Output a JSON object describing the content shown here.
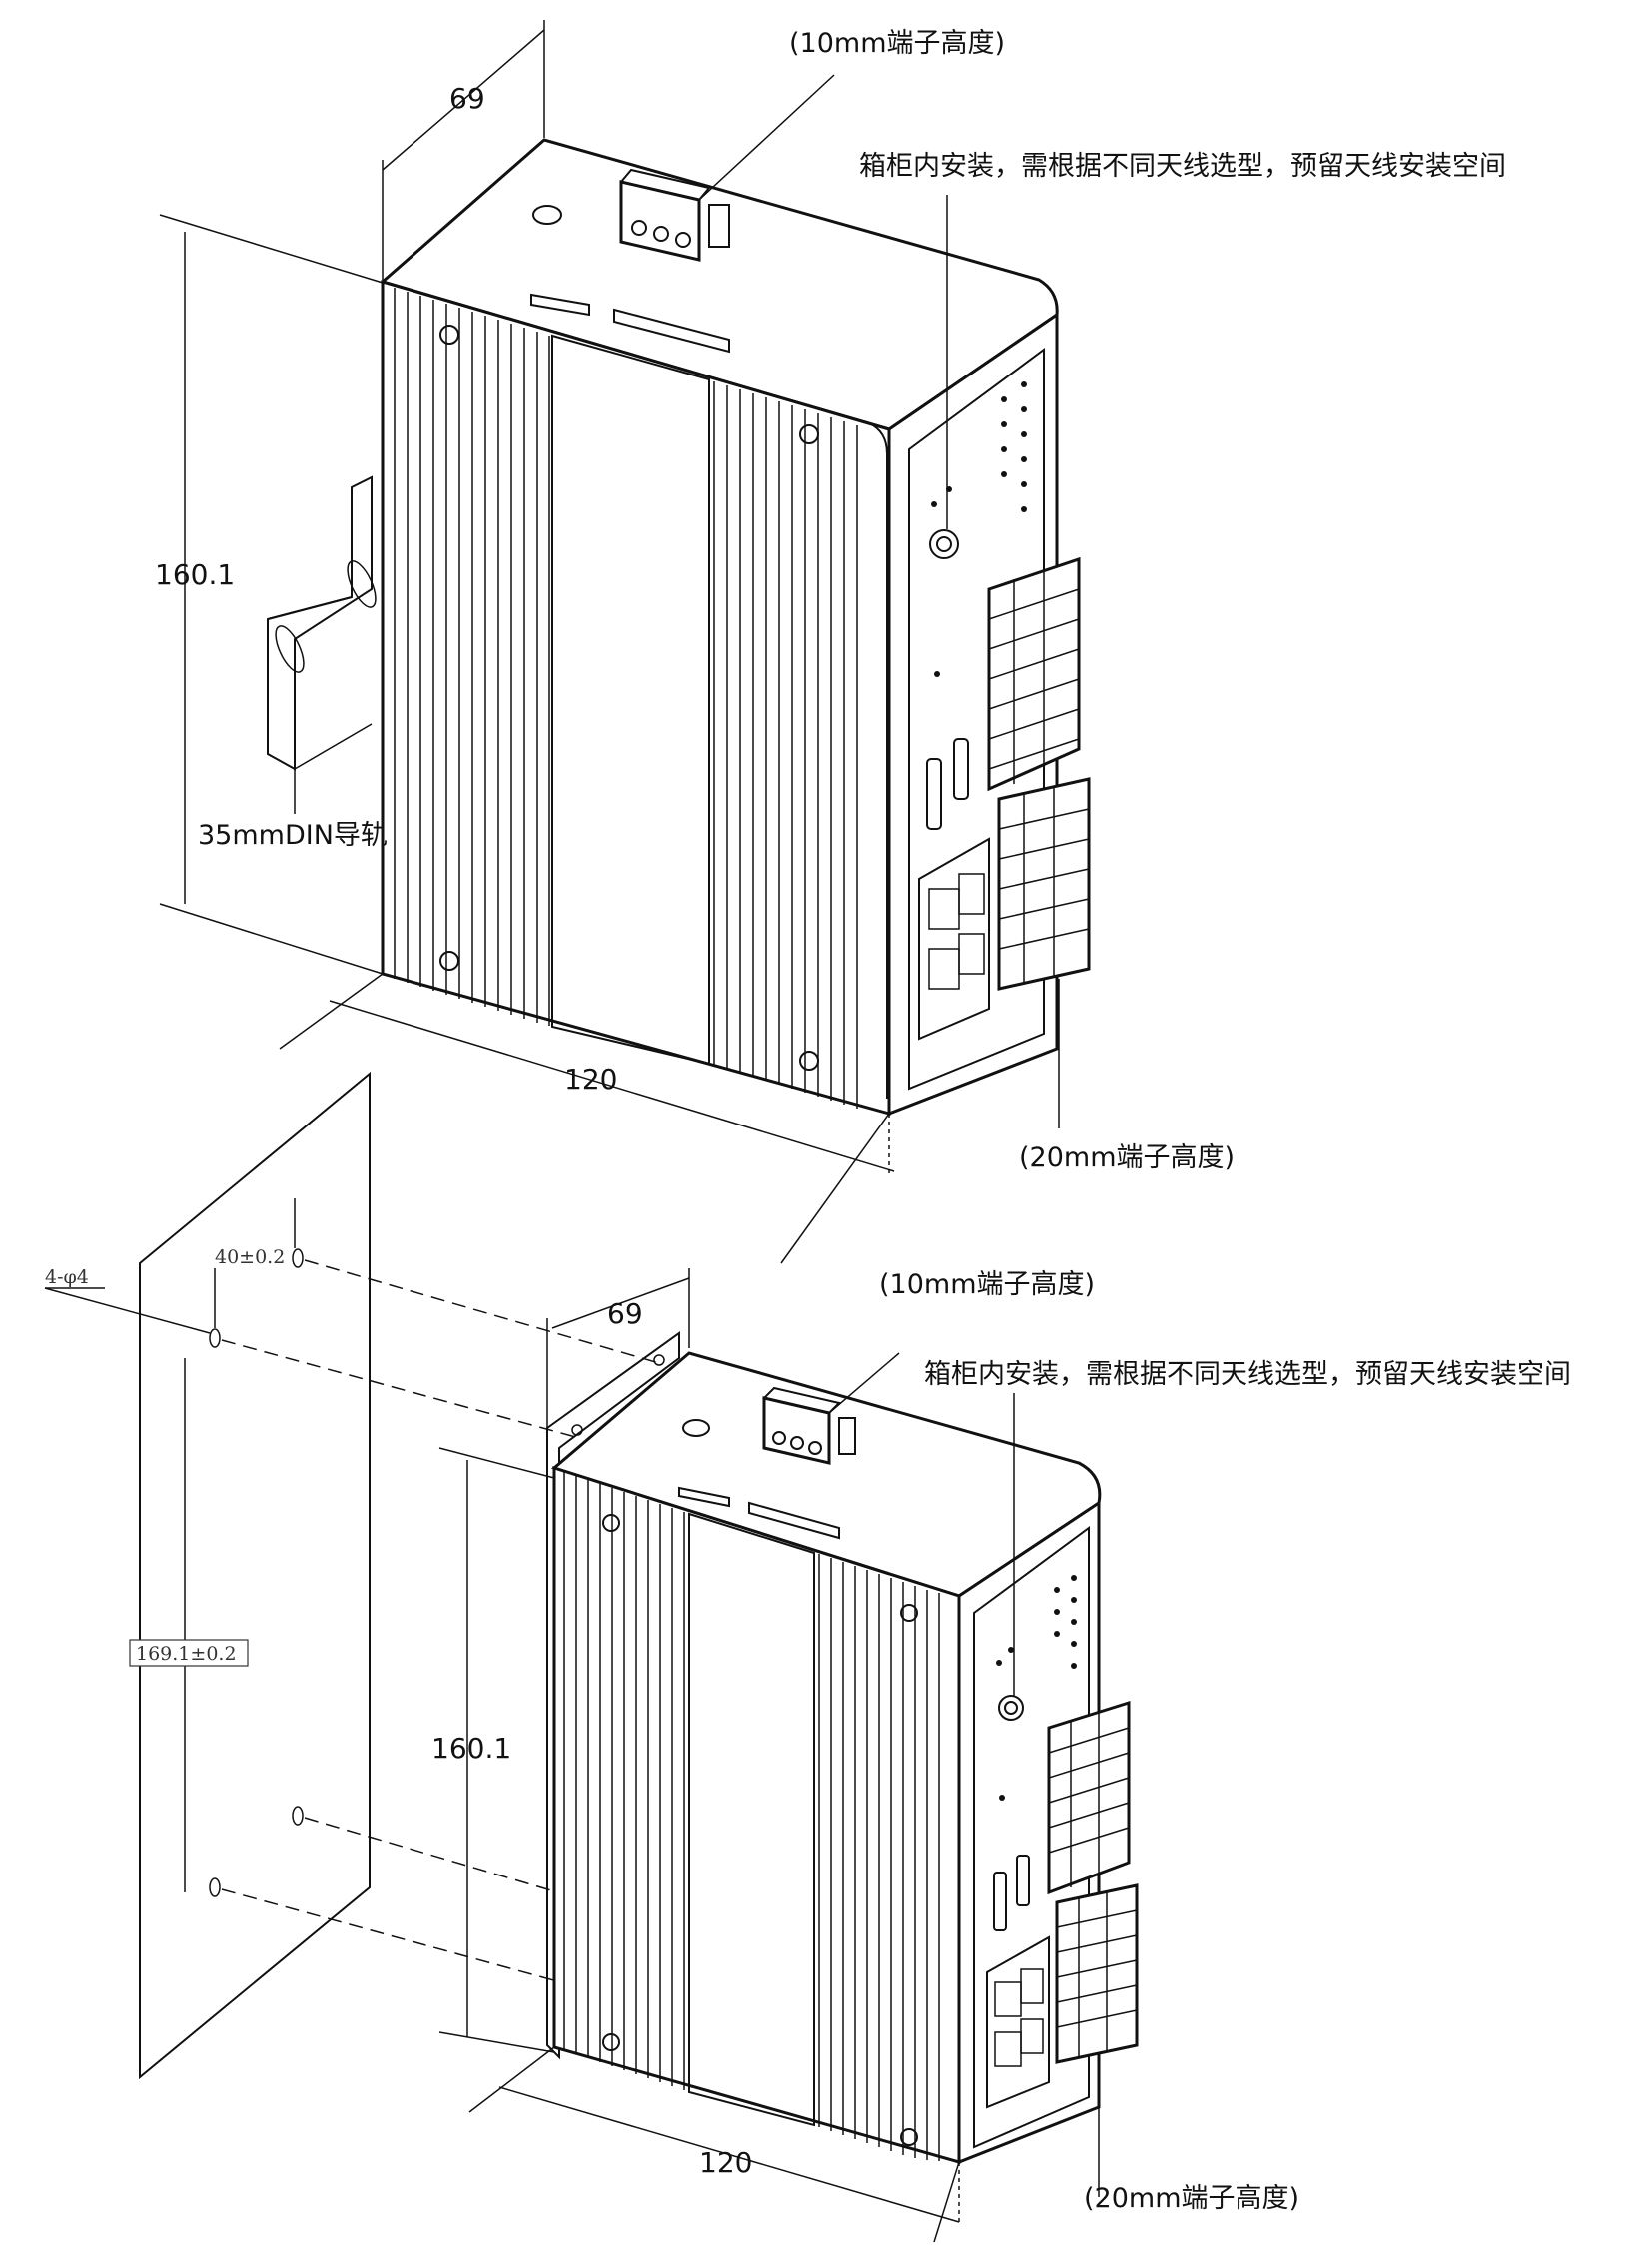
{
  "top_view": {
    "dim_depth": "69",
    "dim_height": "160.1",
    "dim_width": "120",
    "label_terminal_top": "(10mm端子高度)",
    "label_antenna": "箱柜内安装，需根据不同天线选型，预留天线安装空间",
    "label_din_rail": "35mmDIN导轨",
    "label_terminal_side": "(20mm端子高度)"
  },
  "bottom_view": {
    "dim_depth": "69",
    "dim_height": "160.1",
    "dim_width": "120",
    "label_terminal_top": "(10mm端子高度)",
    "label_antenna": "箱柜内安装，需根据不同天线选型，预留天线安装空间",
    "label_terminal_side": "(20mm端子高度)",
    "hole_spec": "4-φ4",
    "hole_spacing": "40±0.2",
    "hole_vertical": "169.1±0.2"
  }
}
